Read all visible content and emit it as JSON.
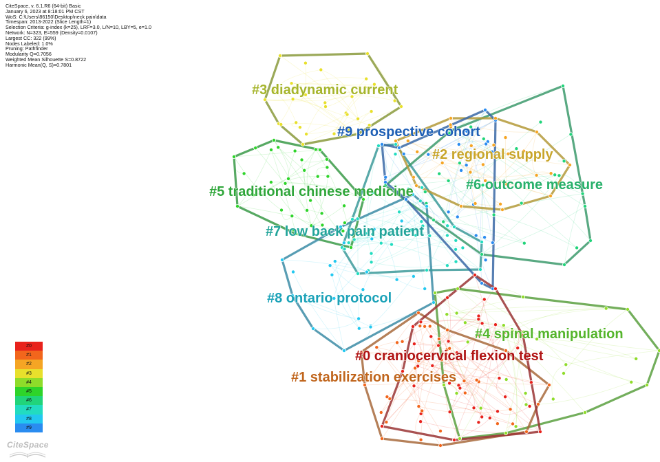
{
  "info_lines": [
    "CiteSpace, v. 6.1.R6 (64-bit) Basic",
    "January 6, 2023 at 8:18:01 PM CST",
    "WoS: C:\\Users\\86150\\Desktop\\neck pain\\data",
    "Timespan: 2013-2022 (Slice Length=1)",
    "Selection Criteria: g-index (k=25), LRF=3.0, L/N=10, LBY=5, e=1.0",
    "Network: N=323, E=559 (Density=0.0107)",
    "Largest CC: 322 (99%)",
    "Nodes Labeled: 1.0%",
    "Pruning: Pathfinder",
    "Modularity Q=0.7056",
    "Weighted Mean Silhouette S=0.8722",
    "Harmonic Mean(Q, S)=0.7801"
  ],
  "clusters": [
    {
      "id": "#0",
      "label": "#0 craniocervical flexion test",
      "color": "#b01212"
    },
    {
      "id": "#1",
      "label": "#1 stabilization exercises",
      "color": "#c0651c"
    },
    {
      "id": "#2",
      "label": "#2 regional supply",
      "color": "#c8a52a"
    },
    {
      "id": "#3",
      "label": "#3 diadynamic current",
      "color": "#a6b52c"
    },
    {
      "id": "#4",
      "label": "#4 spinal manipulation",
      "color": "#55b52c"
    },
    {
      "id": "#5",
      "label": "#5 traditional chinese medicine",
      "color": "#2fa63a"
    },
    {
      "id": "#6",
      "label": "#6 outcome measure",
      "color": "#27b06a"
    },
    {
      "id": "#7",
      "label": "#7 low back pain patient",
      "color": "#21a49a"
    },
    {
      "id": "#8",
      "label": "#8 ontario protocol",
      "color": "#1ba2b8"
    },
    {
      "id": "#9",
      "label": "#9 prospective cohort",
      "color": "#1e5fb5"
    }
  ],
  "legend": {
    "items": [
      {
        "label": "#0",
        "color": "#e8221c"
      },
      {
        "label": "#1",
        "color": "#f2661c"
      },
      {
        "label": "#2",
        "color": "#f5a524"
      },
      {
        "label": "#3",
        "color": "#e8e02c"
      },
      {
        "label": "#4",
        "color": "#8fdc2a"
      },
      {
        "label": "#5",
        "color": "#2ed42a"
      },
      {
        "label": "#6",
        "color": "#21d47a"
      },
      {
        "label": "#7",
        "color": "#22dcc0"
      },
      {
        "label": "#8",
        "color": "#22c8f0"
      },
      {
        "label": "#9",
        "color": "#2a8cf0"
      }
    ]
  },
  "logo_text": "CiteSpace"
}
